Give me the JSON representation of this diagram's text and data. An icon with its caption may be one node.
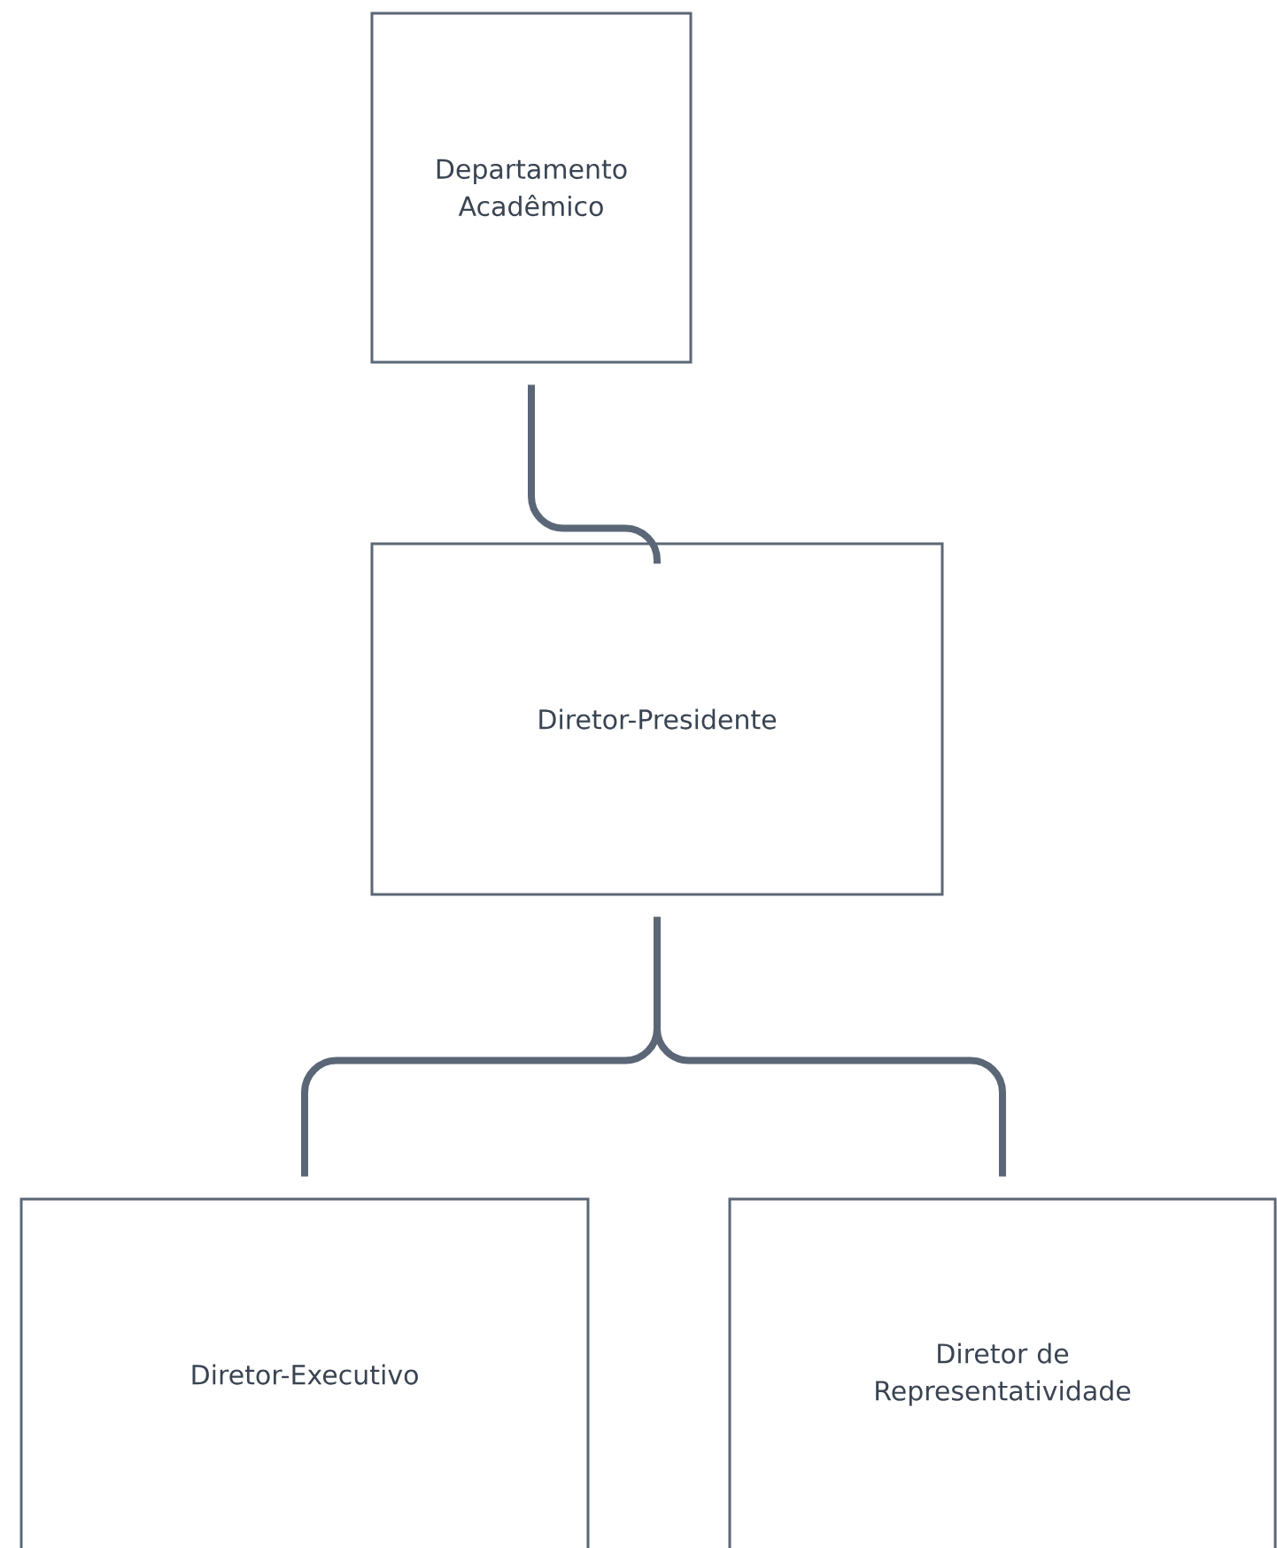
{
  "diagram": {
    "nodes": [
      {
        "text": [
          "Departamento Acadêmico"
        ]
      },
      {
        "text": [
          "Diretor-Presidente"
        ]
      },
      {
        "text": [
          "Diretor-Executivo"
        ]
      },
      {
        "text": [
          "Diretor de Representatividade"
        ]
      }
    ],
    "edges": [
      {
        "from": 0,
        "to": 1,
        "arrow": "none"
      },
      {
        "from": 1,
        "to": 2,
        "arrow": "none"
      },
      {
        "from": 1,
        "to": 3,
        "arrow": "none"
      }
    ]
  }
}
